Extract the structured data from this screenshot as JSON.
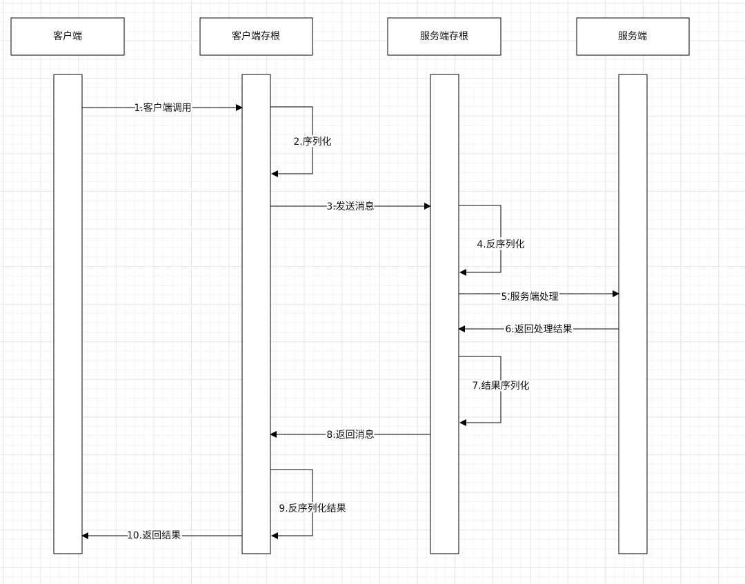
{
  "participants": [
    {
      "id": "client",
      "label": "客户端"
    },
    {
      "id": "client_stub",
      "label": "客户端存根"
    },
    {
      "id": "server_stub",
      "label": "服务端存根"
    },
    {
      "id": "server",
      "label": "服务端"
    }
  ],
  "messages": [
    {
      "label": "1.客户端调用"
    },
    {
      "label": "2.序列化"
    },
    {
      "label": "3.发送消息"
    },
    {
      "label": "4.反序列化"
    },
    {
      "label": "5.服务端处理"
    },
    {
      "label": "6.返回处理结果"
    },
    {
      "label": "7.结果序列化"
    },
    {
      "label": "8.返回消息"
    },
    {
      "label": "9.反序列化结果"
    },
    {
      "label": "10.返回结果"
    }
  ],
  "colors": {
    "line": "#000000",
    "box_fill": "#ffffff",
    "grid": "#e6e6e6",
    "text": "#111111"
  }
}
